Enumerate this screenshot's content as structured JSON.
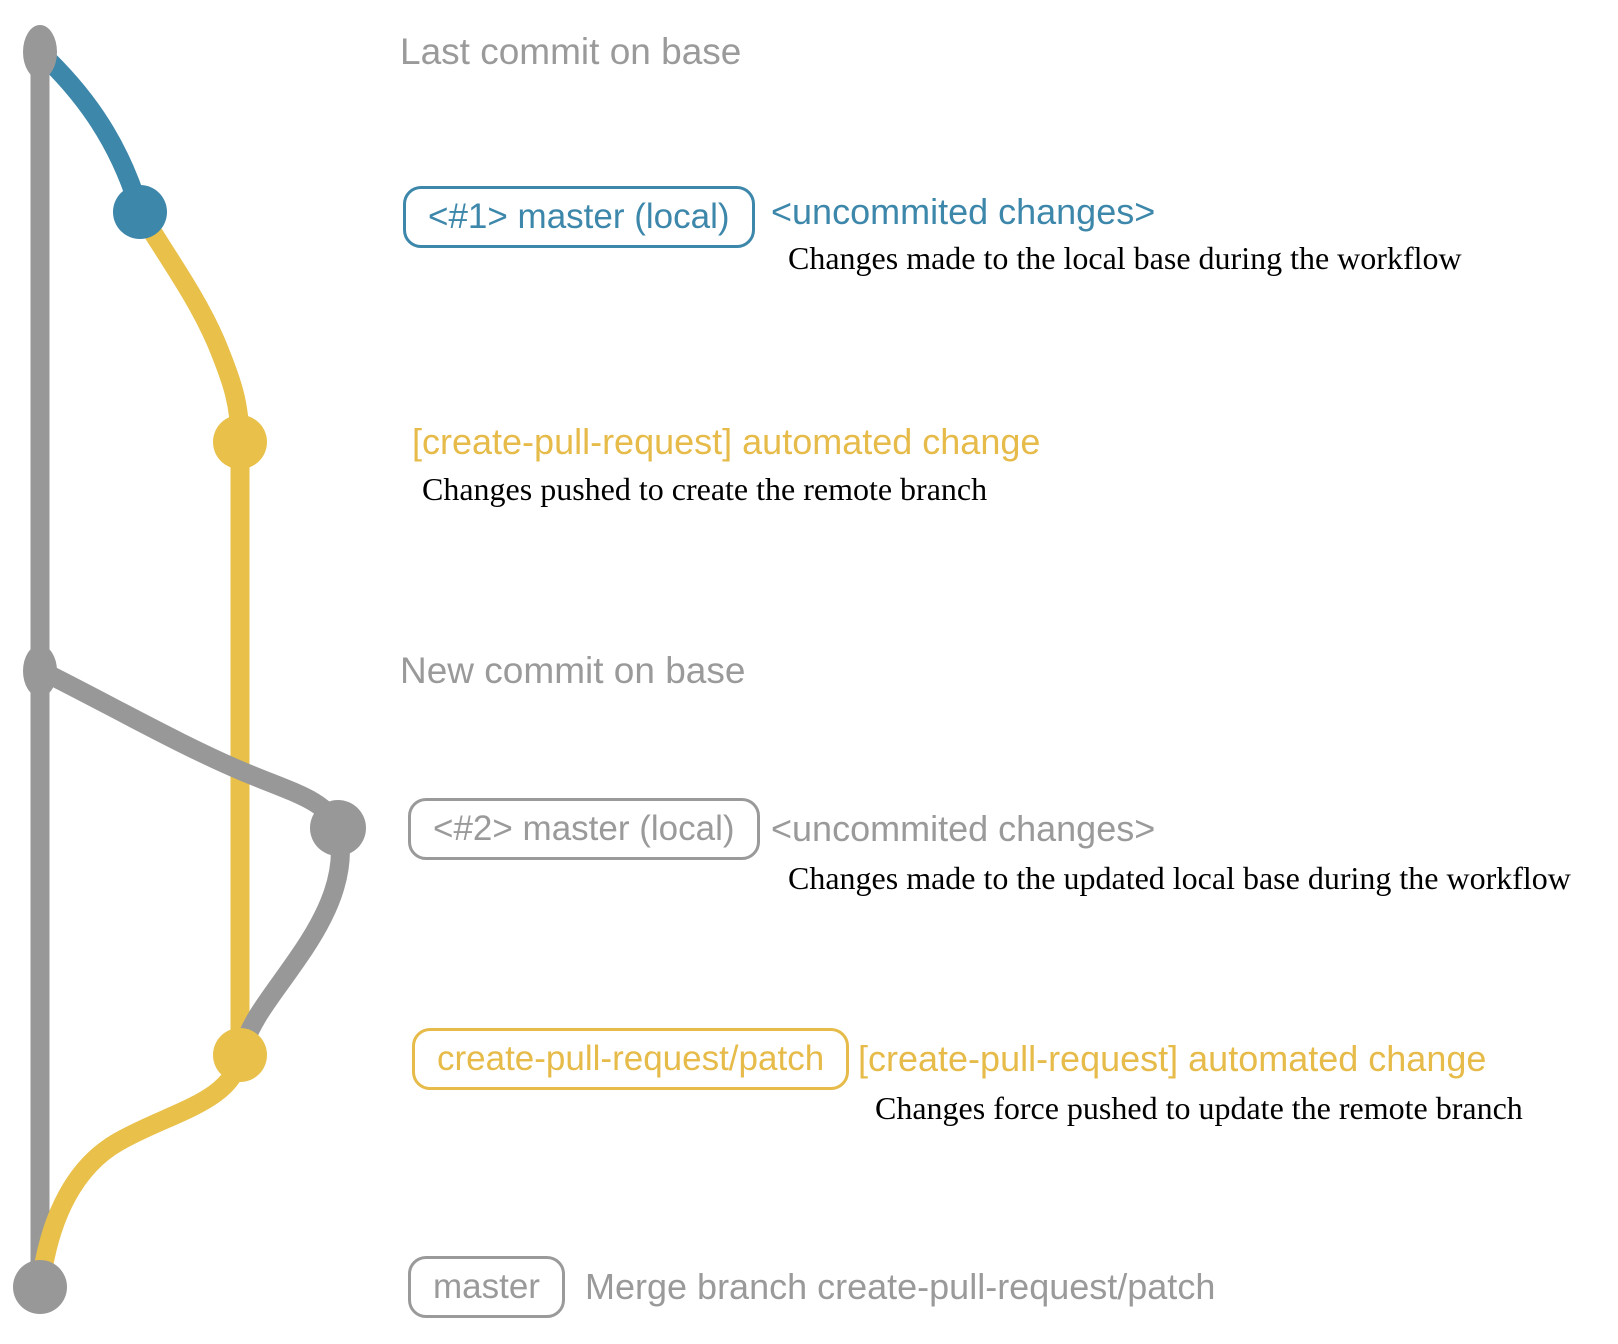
{
  "colors": {
    "gray": "#989898",
    "gray_text": "#9a9a9a",
    "blue": "#3d87ab",
    "yellow": "#e8c04a",
    "yellow_text": "#e6bb49",
    "description_text": "#000000",
    "background": "#ffffff"
  },
  "graph": {
    "branches": {
      "base_line": "remote base (gray)",
      "local_master_line": "local master (blue)",
      "patch_line": "create-pull-request/patch (yellow)"
    },
    "nodes": [
      {
        "id": "last-commit-on-base",
        "color_key": "gray"
      },
      {
        "id": "local-master-commit-1",
        "color_key": "blue"
      },
      {
        "id": "patch-commit-1",
        "color_key": "yellow"
      },
      {
        "id": "new-commit-on-base",
        "color_key": "gray"
      },
      {
        "id": "local-master-commit-2",
        "color_key": "gray"
      },
      {
        "id": "patch-commit-2",
        "color_key": "yellow"
      },
      {
        "id": "merge-commit",
        "color_key": "gray"
      }
    ]
  },
  "rows": [
    {
      "type": "caption",
      "text": "Last commit on base"
    },
    {
      "type": "labeled-commit",
      "badge": "<#1> master (local)",
      "annotation": "<uncommited changes>",
      "description": "Changes made to the local base during the workflow"
    },
    {
      "type": "commit-message",
      "message": "[create-pull-request] automated change",
      "description": "Changes pushed to create the remote branch"
    },
    {
      "type": "caption",
      "text": "New commit on base"
    },
    {
      "type": "labeled-commit",
      "badge": "<#2> master (local)",
      "annotation": "<uncommited changes>",
      "description": "Changes made to the updated local base during the workflow"
    },
    {
      "type": "labeled-commit",
      "badge": "create-pull-request/patch",
      "annotation": "[create-pull-request] automated change",
      "description": "Changes force pushed to update the remote branch"
    },
    {
      "type": "labeled-commit",
      "badge": "master",
      "annotation": "Merge branch create-pull-request/patch"
    }
  ]
}
